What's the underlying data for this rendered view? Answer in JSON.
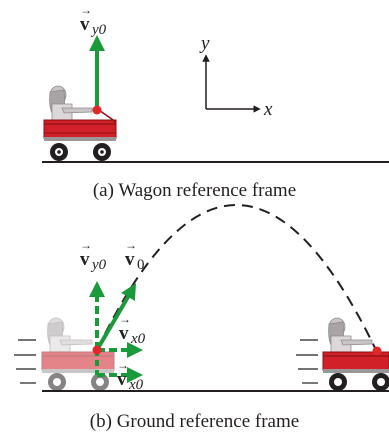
{
  "panel_a": {
    "caption": "(a) Wagon reference frame",
    "vy0_symbol": "v",
    "vy0_subscript": "y0",
    "axis_y_label": "y",
    "axis_x_label": "x"
  },
  "panel_b": {
    "caption": "(b) Ground reference frame",
    "vy0_symbol": "v",
    "vy0_subscript": "y0",
    "v0_symbol": "v",
    "v0_subscript": "0",
    "vx0_upper_symbol": "v",
    "vx0_upper_subscript": "x0",
    "vx0_lower_symbol": "v",
    "vx0_lower_subscript": "x0"
  },
  "colors": {
    "vector_green": "#1a9a3a",
    "ball_red": "#e3262b",
    "wagon_red": "#d12027",
    "ink": "#231f20"
  }
}
